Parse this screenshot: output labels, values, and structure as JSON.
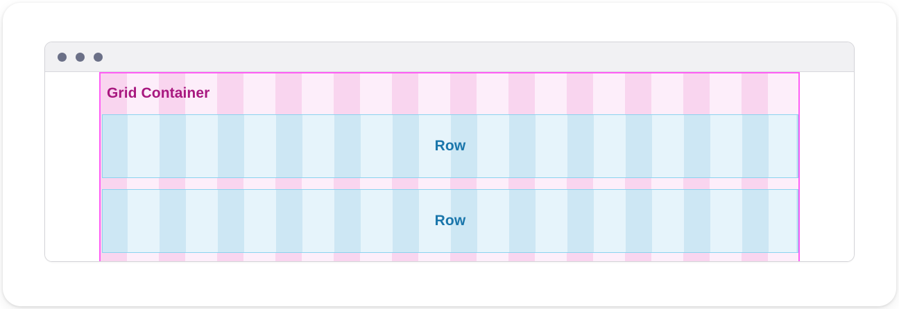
{
  "window": {
    "traffic_lights": [
      "dot-red",
      "dot-yellow",
      "dot-green"
    ],
    "dot_color": "#6b7087"
  },
  "grid": {
    "container_label": "Grid Container",
    "container_border_color": "#ff5ef5",
    "container_fill_color": "#fbdcf2",
    "container_stripe_color": "#fdeefa",
    "container_label_color": "#a8187f",
    "column_count": 12,
    "rows": [
      {
        "label": "Row"
      },
      {
        "label": "Row"
      }
    ],
    "row_border_color": "#8bd3ef",
    "row_fill_color": "#d2e9f5",
    "row_stripe_color": "#e6f4fb",
    "row_label_color": "#1a76ab"
  }
}
